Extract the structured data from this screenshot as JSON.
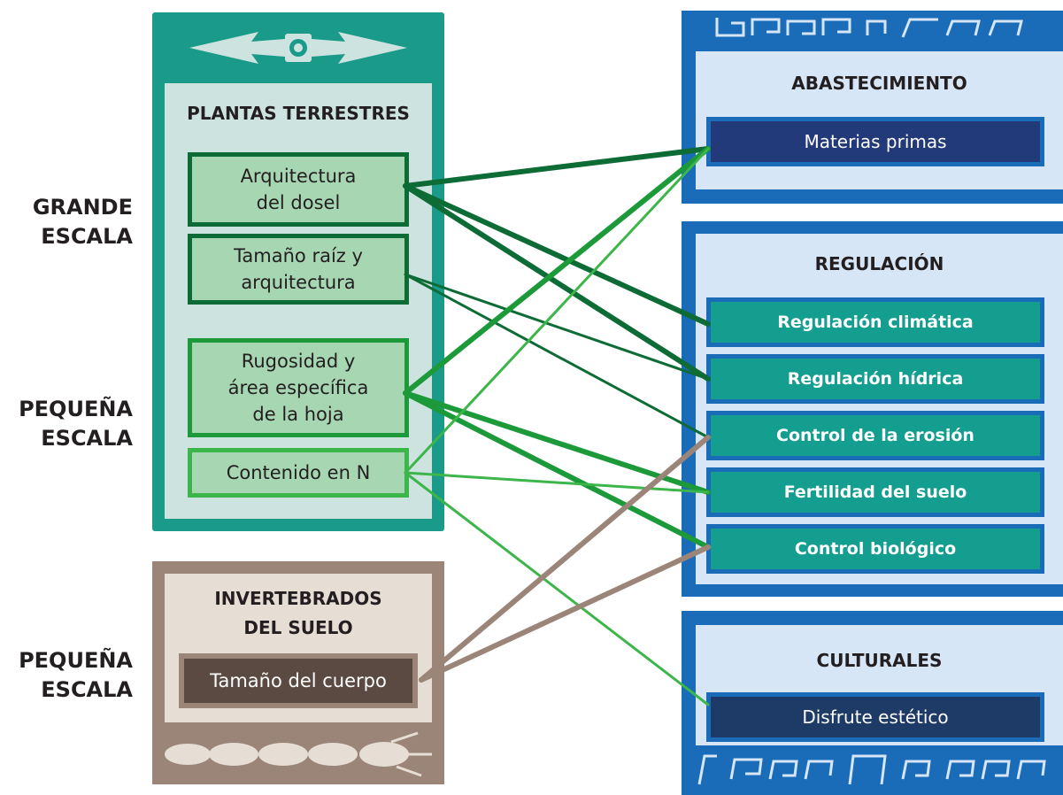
{
  "scale_labels": {
    "large": "GRANDE\nESCALA",
    "small_plants": "PEQUEÑA\nESCALA",
    "small_soil": "PEQUEÑA\nESCALA"
  },
  "plants": {
    "title": "PLANTAS TERRESTRES",
    "traits": [
      "Arquitectura\ndel dosel",
      "Tamaño raíz y\narquitectura",
      "Rugosidad y\nárea específica\nde la hoja",
      "Contenido en N"
    ]
  },
  "soil": {
    "title": "INVERTEBRADOS\nDEL SUELO",
    "traits": [
      "Tamaño del cuerpo"
    ]
  },
  "services": {
    "provisioning": {
      "title": "ABASTECIMIENTO",
      "items": [
        "Materias primas"
      ]
    },
    "regulating": {
      "title": "REGULACIÓN",
      "items": [
        "Regulación climática",
        "Regulación hídrica",
        "Control de la erosión",
        "Fertilidad del suelo",
        "Control biológico"
      ]
    },
    "cultural": {
      "title": "CULTURALES",
      "items": [
        "Disfrute estético"
      ]
    }
  },
  "colors": {
    "plant_panel": "#1a9b8a",
    "plant_panel_inner": "#cde3e0",
    "soil_panel": "#9b8478",
    "soil_panel_inner": "#e6ddd5",
    "service_panel": "#1a6bb8",
    "service_panel_inner": "#d6e6f6",
    "regulating_item": "#149e8f",
    "provisioning_item": "#233a7a",
    "cultural_item": "#1e3a66",
    "link_dark_green": "#0d6b35",
    "link_green": "#1c9a3a",
    "link_light_green": "#3cb64a",
    "link_brown": "#9b8478"
  },
  "links": [
    {
      "from": "Arquitectura\ndel dosel",
      "to": "Materias primas"
    },
    {
      "from": "Arquitectura\ndel dosel",
      "to": "Regulación climática"
    },
    {
      "from": "Arquitectura\ndel dosel",
      "to": "Regulación hídrica"
    },
    {
      "from": "Tamaño raíz y\narquitectura",
      "to": "Regulación hídrica"
    },
    {
      "from": "Tamaño raíz y\narquitectura",
      "to": "Control de la erosión"
    },
    {
      "from": "Rugosidad y\nárea específica\nde la hoja",
      "to": "Materias primas"
    },
    {
      "from": "Rugosidad y\nárea específica\nde la hoja",
      "to": "Fertilidad del suelo"
    },
    {
      "from": "Rugosidad y\nárea específica\nde la hoja",
      "to": "Control biológico"
    },
    {
      "from": "Contenido en N",
      "to": "Materias primas"
    },
    {
      "from": "Contenido en N",
      "to": "Fertilidad del suelo"
    },
    {
      "from": "Contenido en N",
      "to": "Disfrute estético"
    },
    {
      "from": "Tamaño del cuerpo",
      "to": "Control de la erosión"
    },
    {
      "from": "Tamaño del cuerpo",
      "to": "Control biológico"
    }
  ]
}
